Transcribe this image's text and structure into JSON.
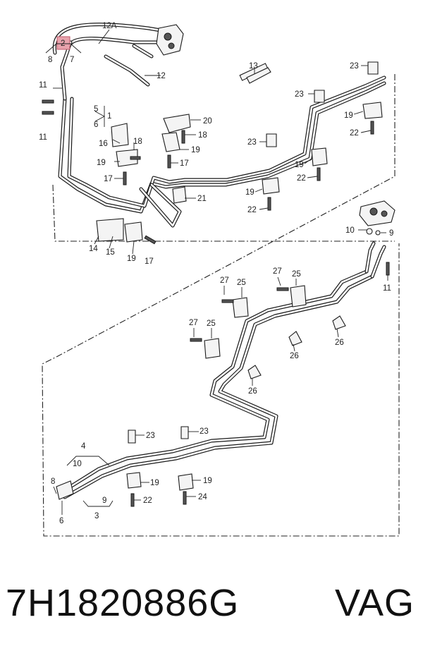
{
  "diagram": {
    "callouts": {
      "c12a": "12A",
      "c2": "2",
      "c8a": "8",
      "c7a": "7",
      "c12": "12",
      "c11a": "11",
      "c5": "5",
      "c1": "1",
      "c6a": "6",
      "c11b": "11",
      "c13": "13",
      "c20": "20",
      "c18a": "18",
      "c19a": "19",
      "c16": "16",
      "c18b": "18",
      "c19b": "19",
      "c17a": "17",
      "c17b": "17",
      "c21": "21",
      "c14": "14",
      "c15": "15",
      "c19c": "19",
      "c17c": "17",
      "c23a": "23",
      "c23b": "23",
      "c19d": "19",
      "c22a": "22",
      "c23c": "23",
      "c19e": "19",
      "c22b": "22",
      "c19f": "19",
      "c22c": "22",
      "c10a": "10",
      "c9a": "9",
      "c11c": "11",
      "c27a": "27",
      "c25a": "25",
      "c27b": "27",
      "c25b": "25",
      "c26a": "26",
      "c27c": "27",
      "c25c": "25",
      "c26b": "26",
      "c26c": "26",
      "c23d": "23",
      "c23e": "23",
      "c4": "4",
      "c10b": "10",
      "c8b": "8",
      "c19g": "19",
      "c19h": "19",
      "c22d": "22",
      "c24": "24",
      "c9b": "9",
      "c3": "3",
      "c6b": "6"
    },
    "highlight_color": "#e8a3ad"
  },
  "caption": {
    "part_number": "7H1820886G",
    "brand": "VAG"
  }
}
